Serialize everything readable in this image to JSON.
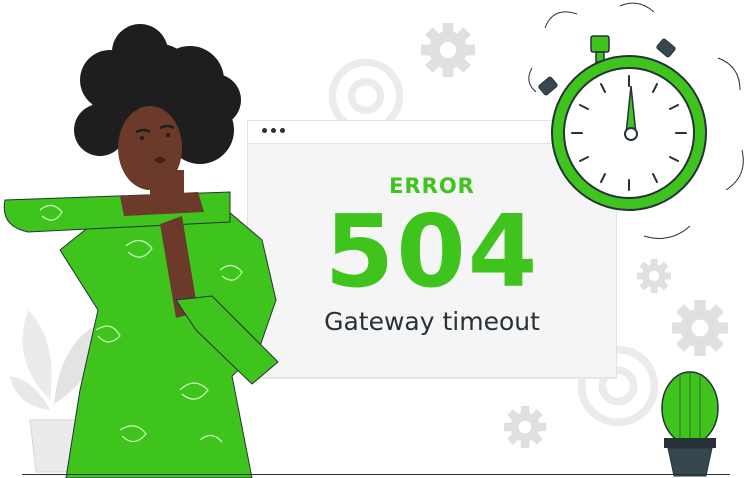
{
  "illustration": {
    "error_label": "ERROR",
    "error_code": "504",
    "error_message": "Gateway timeout"
  },
  "colors": {
    "accent": "#3fc41e",
    "dark": "#263238",
    "skin": "#6b3a2a",
    "gear_gray": "#ebebeb",
    "panel": "#f5f5f5"
  },
  "icons": [
    "gear-icon",
    "stopwatch-icon",
    "cactus-icon",
    "potted-plant-icon"
  ]
}
